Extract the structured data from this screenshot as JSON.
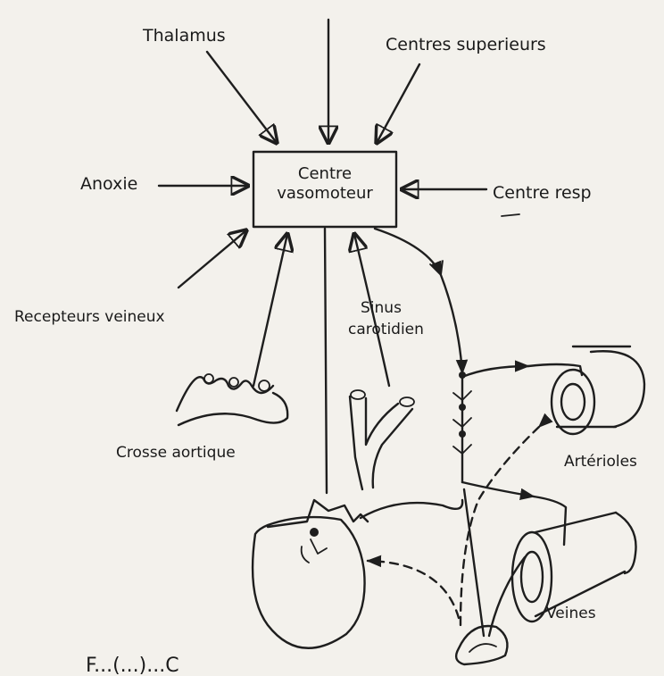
{
  "center_box": {
    "line1": "Centre",
    "line2": "vasomoteur"
  },
  "labels": {
    "thalamus": "Thalamus",
    "centres_superieurs": "Centres superieurs",
    "anoxie": "Anoxie",
    "centre_resp": "Centre resp",
    "recepteurs_veineux": "Recepteurs veineux",
    "sinus_line1": "Sinus",
    "sinus_line2": "carotidien",
    "crosse_aortique": "Crosse aortique",
    "arterioles": "Artérioles",
    "veines": "Veines",
    "bottom_partial": "F...(...)...C"
  },
  "colors": {
    "ink": "#1e1e1e",
    "paper": "#f3f1ec"
  }
}
